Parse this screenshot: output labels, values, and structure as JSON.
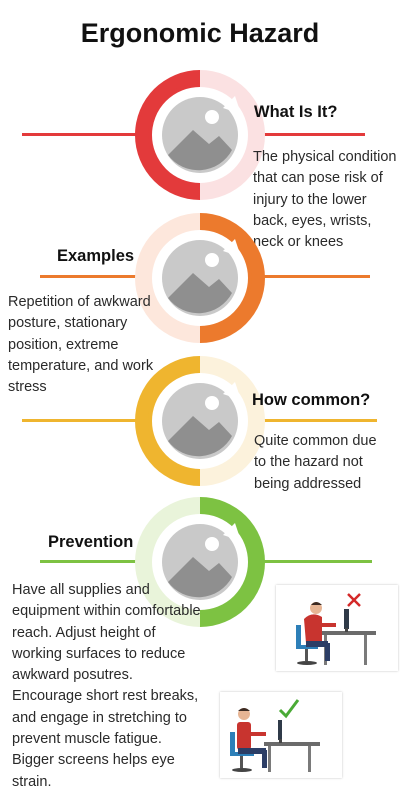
{
  "title": "Ergonomic Hazard",
  "sections": [
    {
      "heading": "What Is It?",
      "text": "The physical condition that can pose risk of injury to the lower back, eyes, wrists, neck or knees",
      "color": "#e33a3b",
      "light": "#fbe1e2",
      "image_icon": "image-placeholder-icon"
    },
    {
      "heading": "Examples",
      "text": "Repetition of awkward posture, stationary position, extreme temperature, and work stress",
      "color": "#ec7a2d",
      "light": "#fde7dc",
      "image_icon": "image-placeholder-icon"
    },
    {
      "heading": "How common?",
      "text": "Quite common due to the hazard not being addressed",
      "color": "#efb52f",
      "light": "#fcf2dc",
      "image_icon": "image-placeholder-icon"
    },
    {
      "heading": "Prevention",
      "text": "Have all supplies and equipment within comfortable reach. Adjust height of working surfaces to reduce awkward posutres. Encourage short rest breaks, and engage in stretching to prevent muscle fatigue. Bigger screens helps eye strain.",
      "color": "#7dc242",
      "light": "#e9f4da",
      "image_icon": "image-placeholder-icon"
    }
  ],
  "illustrations": {
    "bad_posture_mark": "red-x-icon",
    "good_posture_mark": "green-check-icon"
  }
}
